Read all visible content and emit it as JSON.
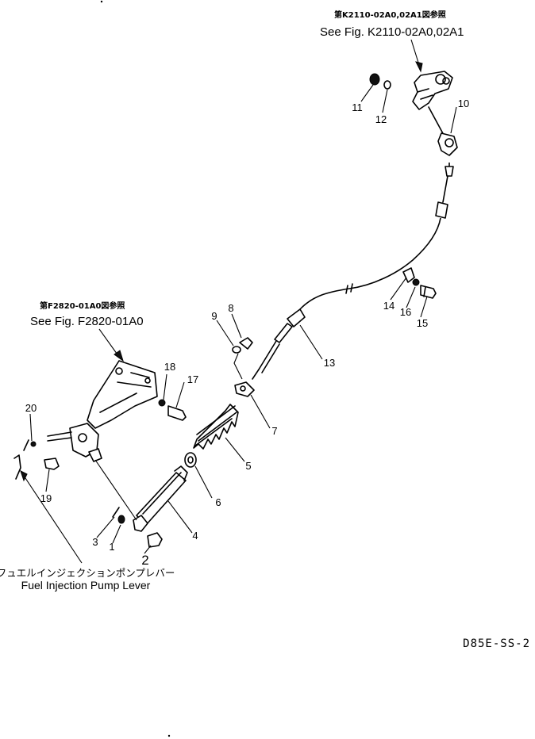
{
  "references": {
    "top_jp": "第K2110-02A0,02A1図参照",
    "top_en": "See Fig. K2110-02A0,02A1",
    "left_jp": "第F2820-01A0図参照",
    "left_en": "See Fig. F2820-01A0"
  },
  "caption": {
    "jp": "フュエルインジェクションポンプレバー",
    "en": "Fuel Injection Pump Lever"
  },
  "part_numbers": {
    "p1": "1",
    "p2": "2",
    "p3": "3",
    "p4": "4",
    "p5": "5",
    "p6": "6",
    "p7": "7",
    "p8": "8",
    "p9": "9",
    "p10": "10",
    "p11": "11",
    "p12": "12",
    "p13": "13",
    "p14": "14",
    "p15": "15",
    "p16": "16",
    "p17": "17",
    "p18": "18",
    "p19": "19",
    "p20": "20"
  },
  "drawing_code": "D85E-SS-2",
  "icons": {
    "cable": "control-cable-icon",
    "lever": "fuel-injection-pump-lever-icon"
  }
}
